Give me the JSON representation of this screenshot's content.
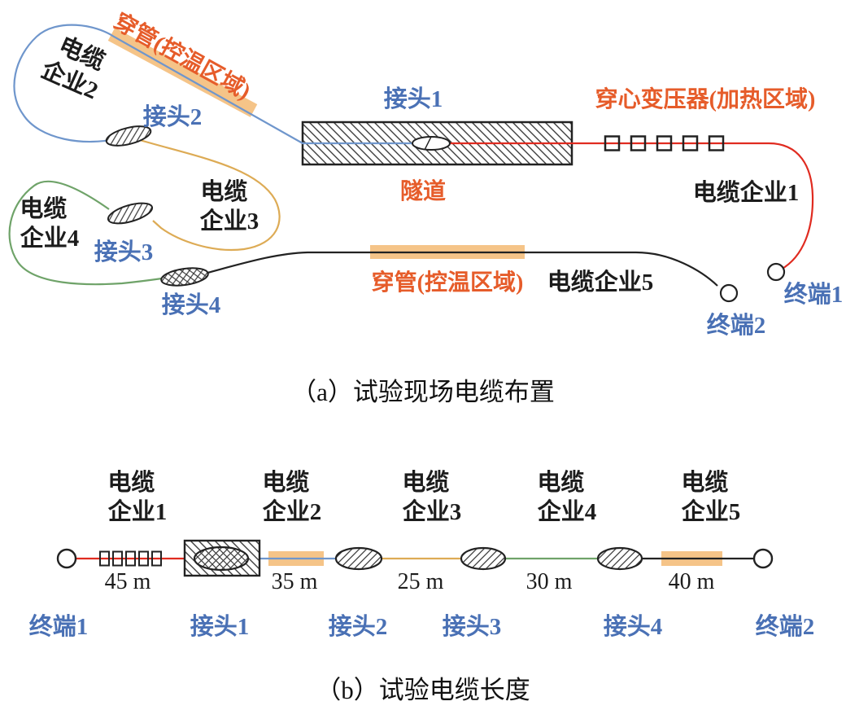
{
  "figure": {
    "type": "cable-test-layout-diagram",
    "colors": {
      "cable1_red": "#e02b20",
      "cable2_blue": "#6f96cc",
      "cable3_yellow": "#ddab55",
      "cable4_green": "#6fa369",
      "cable5_black": "#222222",
      "heat_band_orange": "#f5c488",
      "zone_text_orange": "#e65c2a",
      "node_text_blue": "#4a71b5"
    }
  },
  "a": {
    "caption": "（a）试验现场电缆布置",
    "pipe_zone_top": "穿管(控温区域)",
    "pipe_zone_bottom": "穿管(控温区域)",
    "transformer": "穿心变压器(加热区域)",
    "tunnel": "隧道",
    "joints": {
      "j1": "接头1",
      "j2": "接头2",
      "j3": "接头3",
      "j4": "接头4"
    },
    "terminals": {
      "t1": "终端1",
      "t2": "终端2"
    },
    "companies": {
      "c1": "电缆企业1",
      "c2a": "电缆",
      "c2b": "企业2",
      "c3a": "电缆",
      "c3b": "企业3",
      "c4a": "电缆",
      "c4b": "企业4",
      "c5": "电缆企业5"
    }
  },
  "b": {
    "caption": "（b）试验电缆长度",
    "companies": [
      {
        "name1": "电缆",
        "name2": "企业1",
        "length": "45 m"
      },
      {
        "name1": "电缆",
        "name2": "企业2",
        "length": "35 m"
      },
      {
        "name1": "电缆",
        "name2": "企业3",
        "length": "25 m"
      },
      {
        "name1": "电缆",
        "name2": "企业4",
        "length": "30 m"
      },
      {
        "name1": "电缆",
        "name2": "企业5",
        "length": "40 m"
      }
    ],
    "nodes": [
      "终端1",
      "接头1",
      "接头2",
      "接头3",
      "接头4",
      "终端2"
    ]
  }
}
